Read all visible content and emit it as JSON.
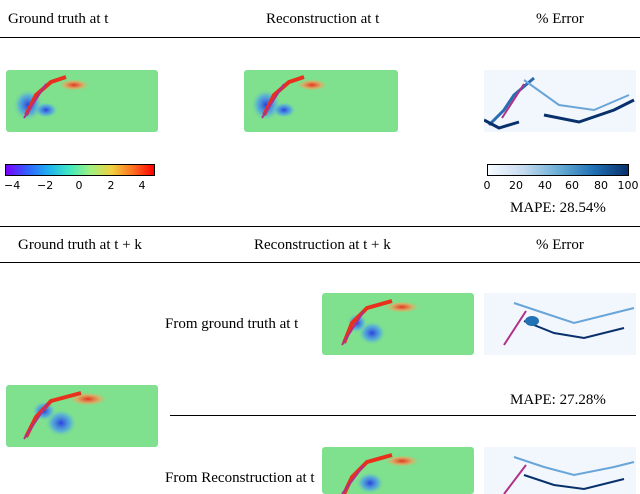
{
  "figure": {
    "top_headers": {
      "col1": "Ground truth at t",
      "col2": "Reconstruction at t",
      "col3": "% Error"
    },
    "bottom_headers": {
      "col1": "Ground truth at t + k",
      "col2": "Reconstruction at t + k",
      "col3": "% Error"
    },
    "row_labels": {
      "from_gt": "From ground truth at t",
      "from_recon": "From Reconstruction at t"
    },
    "mape_top": "MAPE: 28.54%",
    "mape_bottom": "MAPE: 27.28%"
  },
  "colorbars": {
    "field": {
      "ticks": [
        "−4",
        "−2",
        "0",
        "2",
        "4"
      ],
      "range": [
        -4.8,
        4.8
      ],
      "colormap": "rainbow"
    },
    "error": {
      "ticks": [
        "0",
        "20",
        "40",
        "60",
        "80",
        "100"
      ],
      "range": [
        0,
        100
      ],
      "colormap": "blues"
    }
  },
  "colors": {
    "field_bg": "#7fe08e",
    "red": "#e8301c",
    "blue": "#3a62f0",
    "error_bg": "#f1f7fd",
    "error_dark": "#08306b",
    "airfoil": "#b0308a"
  }
}
